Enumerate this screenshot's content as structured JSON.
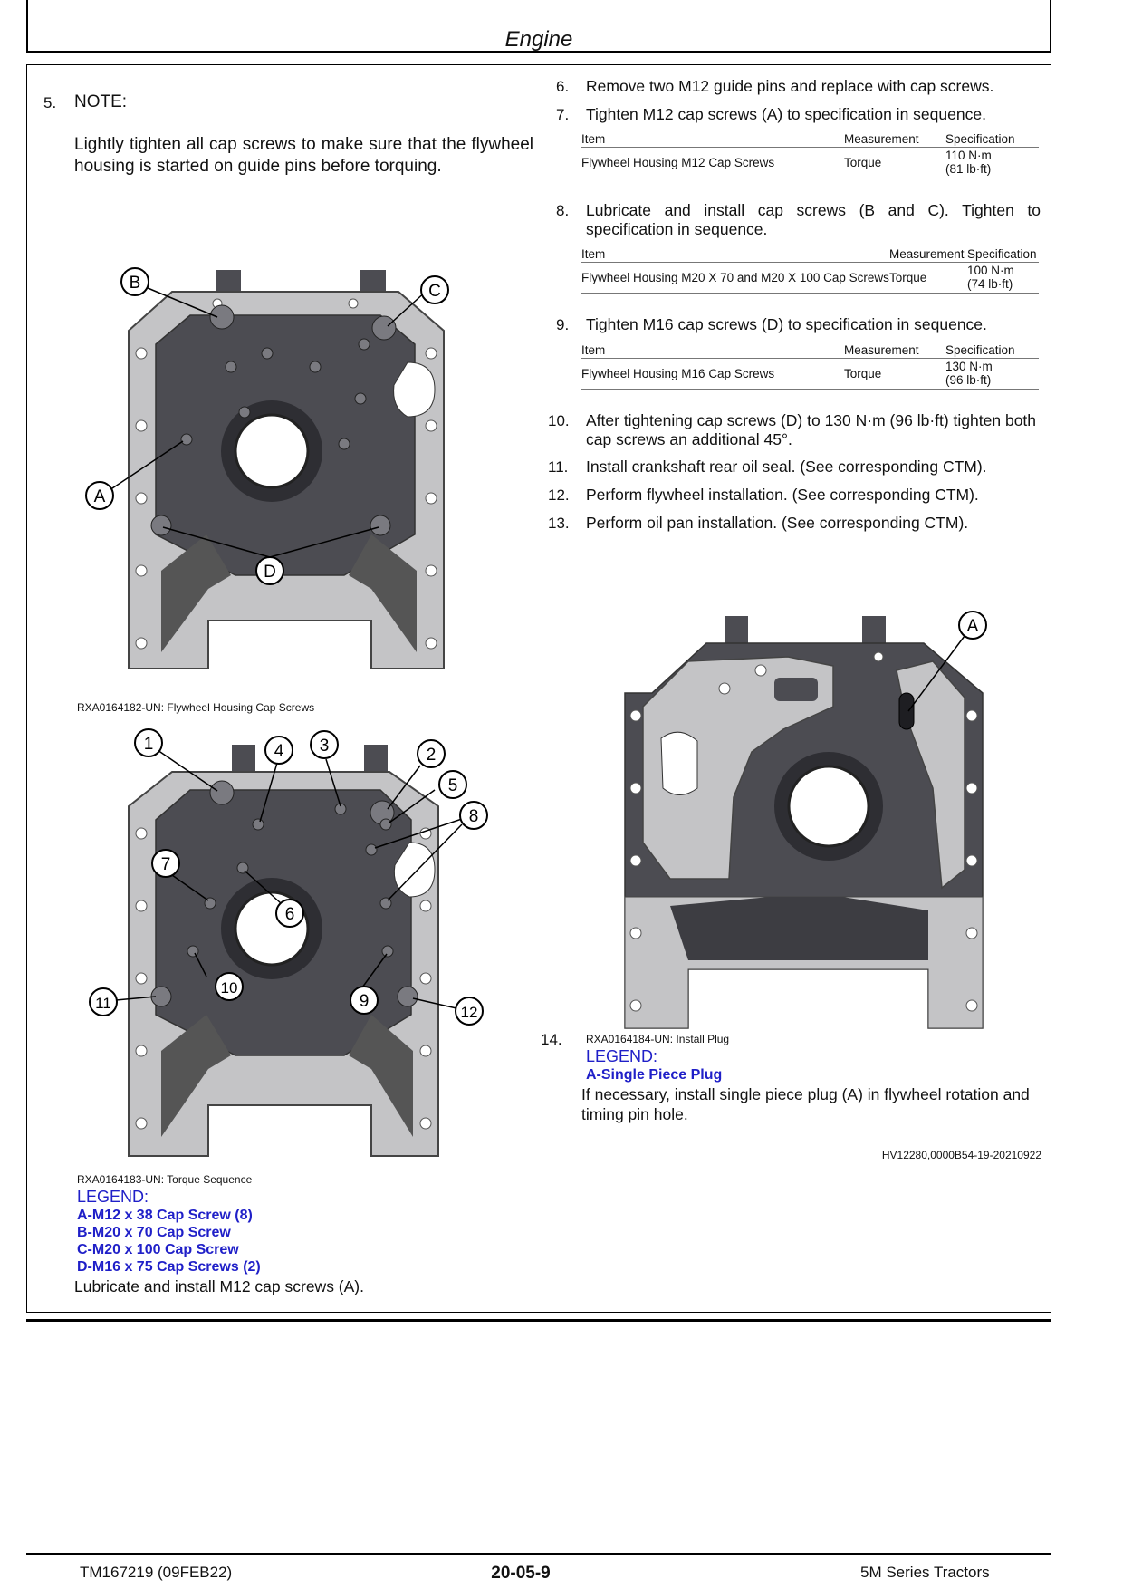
{
  "header": {
    "title": "Engine"
  },
  "footer": {
    "left": "TM167219 (09FEB22)",
    "center": "20-05-9",
    "right": "5M Series Tractors"
  },
  "step5": {
    "num": "5.",
    "note_label": "NOTE:",
    "note_text": "Lightly tighten all cap screws to make sure that the flywheel housing is started on guide pins before torquing."
  },
  "steps_right": [
    {
      "num": "6.",
      "text": "Remove two M12 guide pins and replace with cap screws."
    },
    {
      "num": "7.",
      "text": "Tighten M12 cap screws (A) to specification in sequence."
    },
    {
      "num": "8.",
      "text": "Lubricate and install cap screws (B and C). Tighten to specification in sequence."
    },
    {
      "num": "9.",
      "text": "Tighten M16 cap screws (D) to specification in sequence."
    },
    {
      "num": "10.",
      "text": "After tightening cap screws (D) to 130 N·m (96 lb·ft) tighten both cap screws an additional 45°."
    },
    {
      "num": "11.",
      "text": "Install crankshaft rear oil seal. (See corresponding CTM)."
    },
    {
      "num": "12.",
      "text": "Perform flywheel installation. (See corresponding CTM)."
    },
    {
      "num": "13.",
      "text": "Perform oil pan installation. (See corresponding CTM)."
    },
    {
      "num": "14.",
      "text": ""
    }
  ],
  "tables": [
    {
      "headers": [
        "Item",
        "Measurement",
        "Specification"
      ],
      "row": {
        "item": "Flywheel Housing M12 Cap Screws",
        "measurement": "Torque",
        "spec1": "110 N·m",
        "spec2": "(81 lb·ft)"
      }
    },
    {
      "headers": [
        "Item",
        "Measurement",
        "Specification"
      ],
      "row": {
        "item": "Flywheel Housing M20 X 70 and M20 X 100 Cap Screws",
        "measurement": "Torque",
        "spec1": "100 N·m",
        "spec2": "(74 lb·ft)"
      }
    },
    {
      "headers": [
        "Item",
        "Measurement",
        "Specification"
      ],
      "row": {
        "item": "Flywheel Housing M16 Cap Screws",
        "measurement": "Torque",
        "spec1": "130 N·m",
        "spec2": "(96 lb·ft)"
      }
    }
  ],
  "figure1": {
    "caption": "RXA0164182-UN: Flywheel Housing Cap Screws",
    "callouts": [
      "A",
      "B",
      "C",
      "D"
    ]
  },
  "figure2": {
    "caption": "RXA0164183-UN: Torque Sequence",
    "callouts": [
      "1",
      "2",
      "3",
      "4",
      "5",
      "6",
      "7",
      "8",
      "9",
      "10",
      "11",
      "12"
    ],
    "legend_title": "LEGEND:",
    "legend": [
      "A-M12 x 38 Cap Screw (8)",
      "B-M20 x 70 Cap Screw",
      "C-M20 x 100 Cap Screw",
      "D-M16 x 75 Cap Screws (2)"
    ],
    "after_text": "Lubricate and install M12 cap screws (A)."
  },
  "figure3": {
    "caption": "RXA0164184-UN: Install Plug",
    "callouts": [
      "A"
    ],
    "legend_title": "LEGEND:",
    "legend": [
      "A-Single Piece Plug"
    ],
    "body": "If necessary, install single piece plug (A) in flywheel rotation and timing pin hole.",
    "ref": "HV12280,0000B54-19-20210922"
  },
  "colors": {
    "legend": "#1f1fc8",
    "housing_dark": "#4c4c52",
    "housing_light": "#c4c4c6"
  }
}
